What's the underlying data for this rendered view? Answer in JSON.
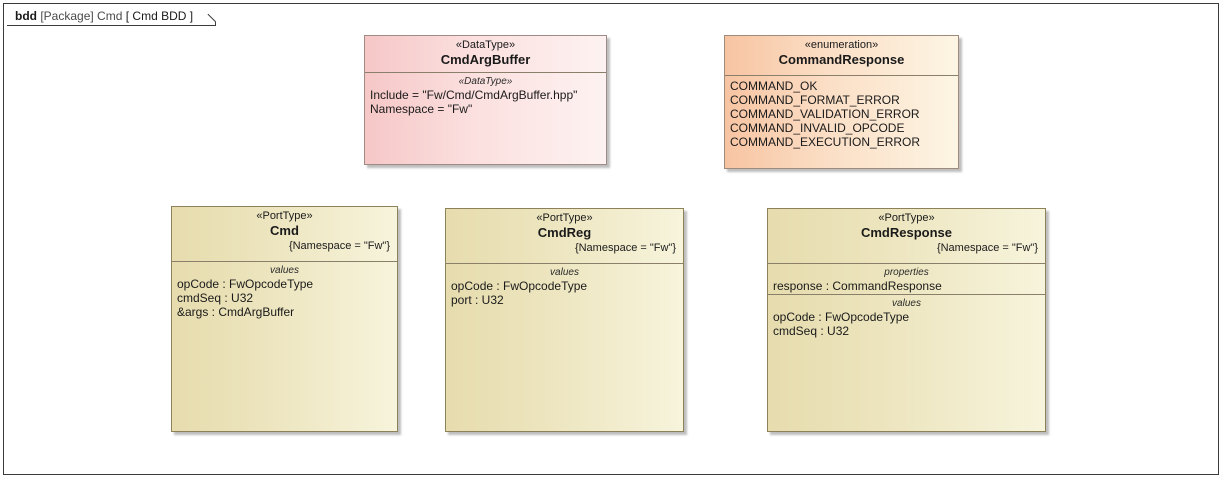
{
  "frame": {
    "kind": "bdd",
    "scope": "[Package] Cmd",
    "name": "[ Cmd BDD ]"
  },
  "blocks": [
    {
      "id": "cmdargbuffer",
      "name": "CmdArgBuffer",
      "stereotype": "«DataType»",
      "section_label": "«DataType»",
      "features": [
        "Include = \"Fw/Cmd/CmdArgBuffer.hpp\"",
        "Namespace = \"Fw\""
      ]
    },
    {
      "id": "commandresponse",
      "name": "CommandResponse",
      "stereotype": "«enumeration»",
      "literals": [
        "COMMAND_OK",
        "COMMAND_FORMAT_ERROR",
        "COMMAND_VALIDATION_ERROR",
        "COMMAND_INVALID_OPCODE",
        "COMMAND_EXECUTION_ERROR"
      ]
    },
    {
      "id": "cmd",
      "name": "Cmd",
      "stereotype": "«PortType»",
      "constraint": "{Namespace = \"Fw\"}",
      "values_label": "values",
      "values": [
        "opCode : FwOpcodeType",
        "cmdSeq : U32",
        "&args : CmdArgBuffer"
      ]
    },
    {
      "id": "cmdreg",
      "name": "CmdReg",
      "stereotype": "«PortType»",
      "constraint": "{Namespace = \"Fw\"}",
      "values_label": "values",
      "values": [
        "opCode : FwOpcodeType",
        "port : U32"
      ]
    },
    {
      "id": "cmdresponse",
      "name": "CmdResponse",
      "stereotype": "«PortType»",
      "constraint": "{Namespace = \"Fw\"}",
      "properties_label": "properties",
      "properties": [
        "response : CommandResponse"
      ],
      "values_label": "values",
      "values": [
        "opCode : FwOpcodeType",
        "cmdSeq : U32"
      ]
    }
  ],
  "colors": {
    "datatype_fill": "#f6c7c7",
    "enumeration_fill": "#f7c4a2",
    "porttype_fill": "#e6dcae",
    "border": "#8a7f6a",
    "frame_border": "#3a3a3a",
    "canvas": "#ffffff"
  }
}
